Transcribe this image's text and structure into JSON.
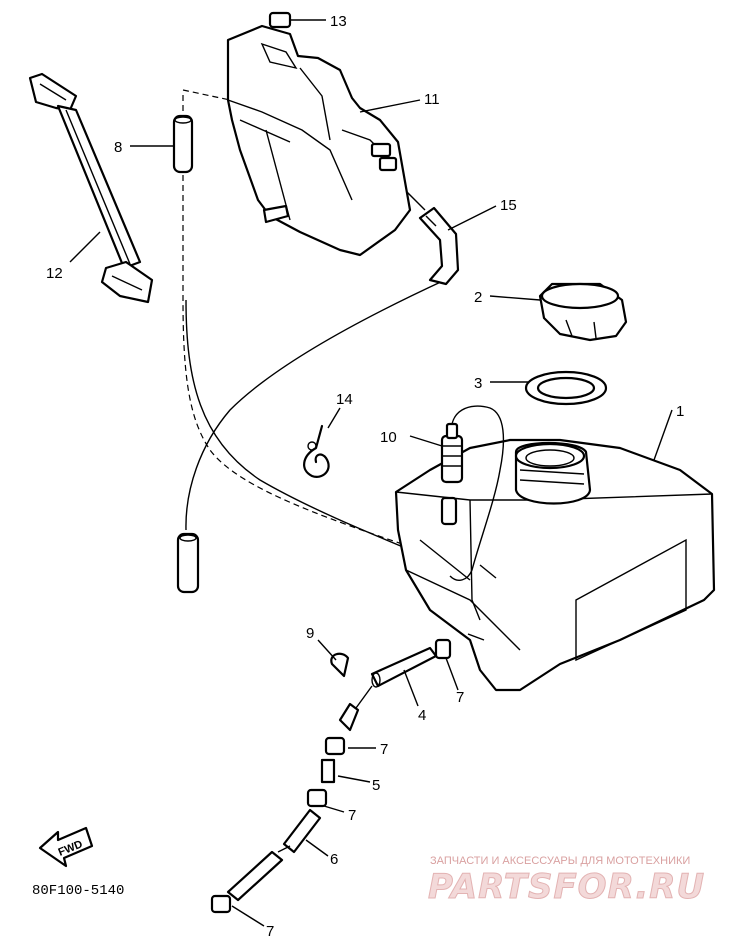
{
  "diagram": {
    "callouts": {
      "c1": "1",
      "c2": "2",
      "c3": "3",
      "c4": "4",
      "c5": "5",
      "c6": "6",
      "c7a": "7",
      "c7b": "7",
      "c7c": "7",
      "c7d": "7",
      "c8": "8",
      "c9": "9",
      "c10": "10",
      "c11": "11",
      "c12": "12",
      "c13": "13",
      "c14": "14",
      "c15": "15"
    },
    "fwd_label": "FWD",
    "diagram_code": "80F100-5140"
  },
  "watermark": {
    "tagline": "ЗАПЧАСТИ И АКСЕССУАРЫ ДЛЯ МОТОТЕХНИКИ",
    "logo_text": "PARTSFOR.RU",
    "color": "#e3b3b3"
  }
}
